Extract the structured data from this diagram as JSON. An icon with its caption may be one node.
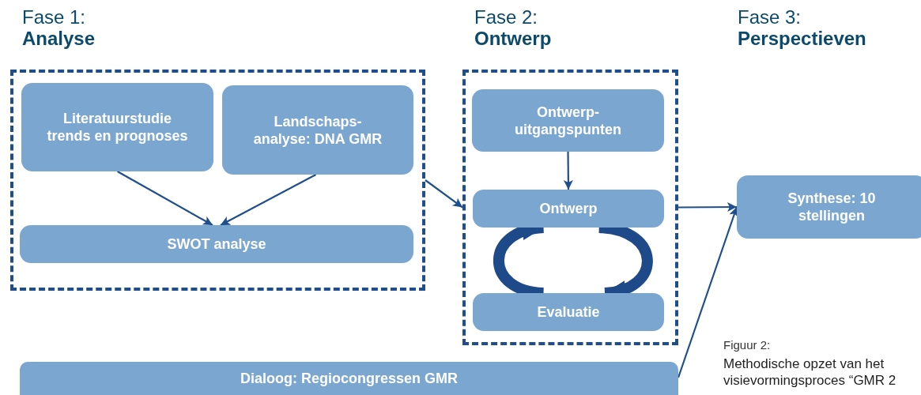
{
  "diagram": {
    "caption": "Methodische opzet van het visievormingsproces “GMR 2",
    "nodes": [
      {
        "text": [
          "Fase 1:",
          "Analyse"
        ]
      },
      {
        "text": [
          "Literatuurstudie trends en prognoses"
        ],
        "in": 0
      },
      {
        "text": [
          "Landschaps- analyse: DNA GMR"
        ],
        "in": 0
      },
      {
        "text": [
          "SWOT analyse"
        ],
        "in": 0
      },
      {
        "text": [
          "Fase 2:",
          "Ontwerp"
        ]
      },
      {
        "text": [
          "Ontwerp- uitgangspunten"
        ],
        "in": 4
      },
      {
        "text": [
          "Ontwerp"
        ],
        "in": 4
      },
      {
        "text": [
          "Evaluatie"
        ],
        "in": 4
      },
      {
        "text": [
          "Synthese: 10 stellingen"
        ]
      },
      {
        "text": [
          "Dialoog: Regiocongressen GMR"
        ]
      }
    ],
    "edges": [
      {
        "from": 1,
        "to": 3,
        "arrow": "to"
      },
      {
        "from": 2,
        "to": 3,
        "arrow": "to"
      },
      {
        "from": 0,
        "to": 4,
        "arrow": "to"
      },
      {
        "from": 5,
        "to": 6,
        "arrow": "to"
      },
      {
        "from": 6,
        "to": 7,
        "arrow": "to",
        "style": "thick"
      },
      {
        "from": 7,
        "to": 6,
        "arrow": "to",
        "style": "thick"
      },
      {
        "from": 4,
        "to": 8,
        "arrow": "to"
      },
      {
        "from": 9,
        "to": 8,
        "arrow": "to"
      }
    ],
    "labels": [
      "Fase 3:",
      "Perspectieven",
      "Figuur 2:"
    ]
  }
}
